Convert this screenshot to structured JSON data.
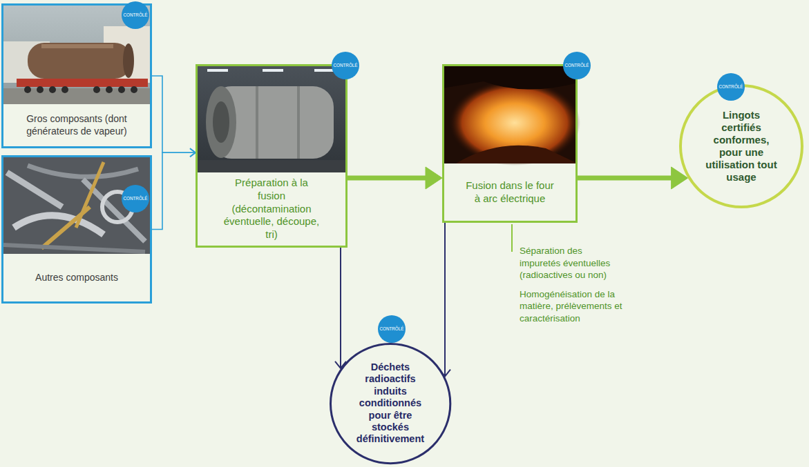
{
  "diagram": {
    "nodes": [
      {
        "text": [
          "CONTRÔLÉ",
          "Gros composants (dont générateurs de vapeur)"
        ]
      },
      {
        "text": [
          "CONTRÔLÉ",
          "Autres composants"
        ]
      },
      {
        "text": [
          "CONTRÔLÉ",
          "Préparation à la fusion (décontamination éventuelle, découpe, tri)"
        ]
      },
      {
        "text": [
          "CONTRÔLÉ",
          "Fusion dans le four à arc électrique"
        ]
      },
      {
        "text": [
          "CONTRÔLÉ",
          "Lingots certifiés conformes, pour une utilisation tout usage"
        ]
      },
      {
        "text": [
          "CONTRÔLÉ",
          "Déchets radioactifs induits conditionnés pour être stockés définitivement"
        ]
      }
    ],
    "edges": [
      {
        "from": 0,
        "to": 2,
        "arrow": "to"
      },
      {
        "from": 1,
        "to": 2,
        "arrow": "to"
      },
      {
        "from": 2,
        "to": 3,
        "arrow": "to"
      },
      {
        "from": 3,
        "to": 4,
        "arrow": "to"
      },
      {
        "from": 2,
        "to": 5,
        "arrow": "to"
      },
      {
        "from": 3,
        "to": 5,
        "arrow": "to"
      }
    ],
    "labels": [
      "Séparation des impuretés éventuelles (radioactives ou non)",
      "Homogénéisation de la matière, prélèvements et caractérisation"
    ]
  }
}
